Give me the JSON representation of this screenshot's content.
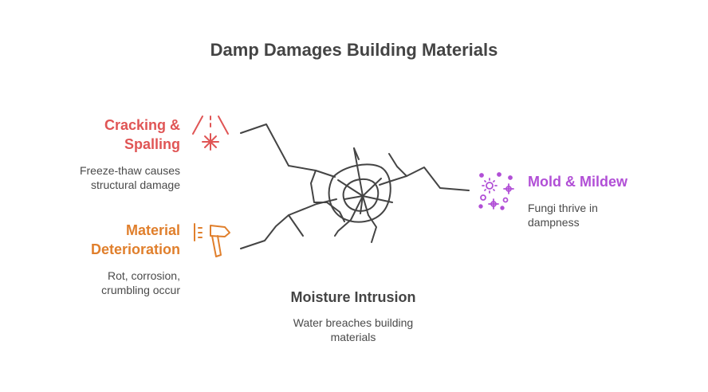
{
  "title": "Damp Damages Building Materials",
  "colors": {
    "cracking": "#e05555",
    "deterioration": "#e07f2c",
    "mold": "#b14fd6",
    "center": "#444444"
  },
  "items": {
    "cracking": {
      "title_line1": "Cracking &",
      "title_line2": "Spalling",
      "desc_line1": "Freeze-thaw causes",
      "desc_line2": "structural damage",
      "icon": "snowflake-icon"
    },
    "deterioration": {
      "title_line1": "Material",
      "title_line2": "Deterioration",
      "desc_line1": "Rot, corrosion,",
      "desc_line2": "crumbling occur",
      "icon": "hammer-icon"
    },
    "mold": {
      "title": "Mold & Mildew",
      "desc_line1": "Fungi thrive in",
      "desc_line2": "dampness",
      "icon": "spores-icon"
    },
    "moisture": {
      "title": "Moisture Intrusion",
      "desc_line1": "Water breaches building",
      "desc_line2": "materials",
      "icon": "cracked-glass-icon"
    }
  }
}
